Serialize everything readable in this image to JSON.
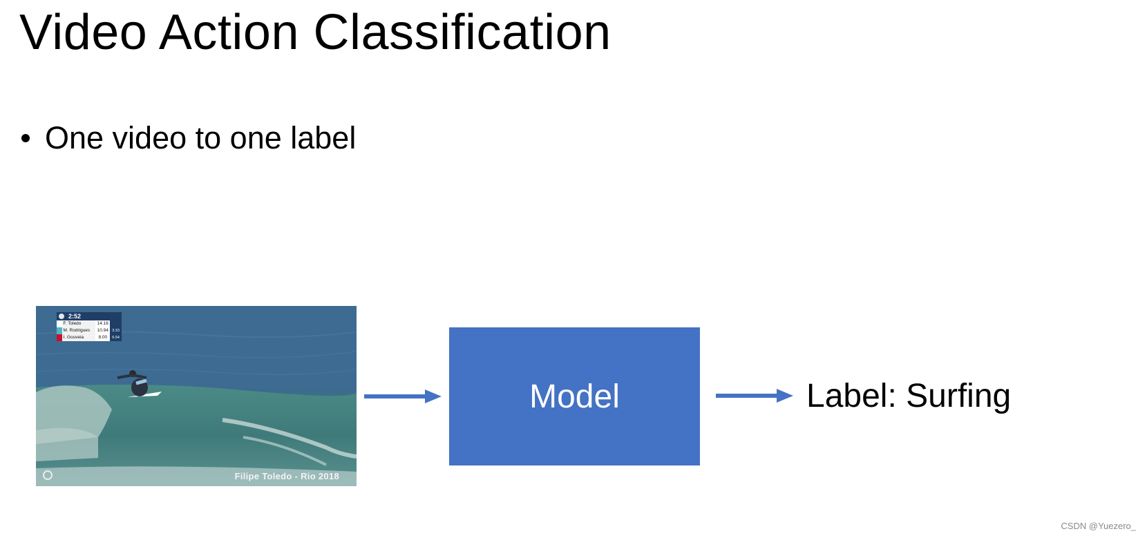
{
  "slide": {
    "title": "Video Action Classification",
    "bullet": "One video to one label",
    "model_label": "Model",
    "output_label": "Label: Surfing",
    "accent_color": "#4472c4"
  },
  "video": {
    "caption": "Filipe Toledo - Rio 2018",
    "scoreboard": {
      "time": "2:52",
      "rows": [
        {
          "name": "F. Toledo",
          "score": "14.16",
          "extra": "",
          "color": "#ffffff"
        },
        {
          "name": "M. Rodrigues",
          "score": "10.94",
          "extra": "3.33",
          "color": "#4db6c6"
        },
        {
          "name": "I. Gouveia",
          "score": "8.00",
          "extra": "6.54",
          "color": "#c8102e"
        }
      ]
    }
  },
  "watermark": "CSDN @Yuezero_"
}
